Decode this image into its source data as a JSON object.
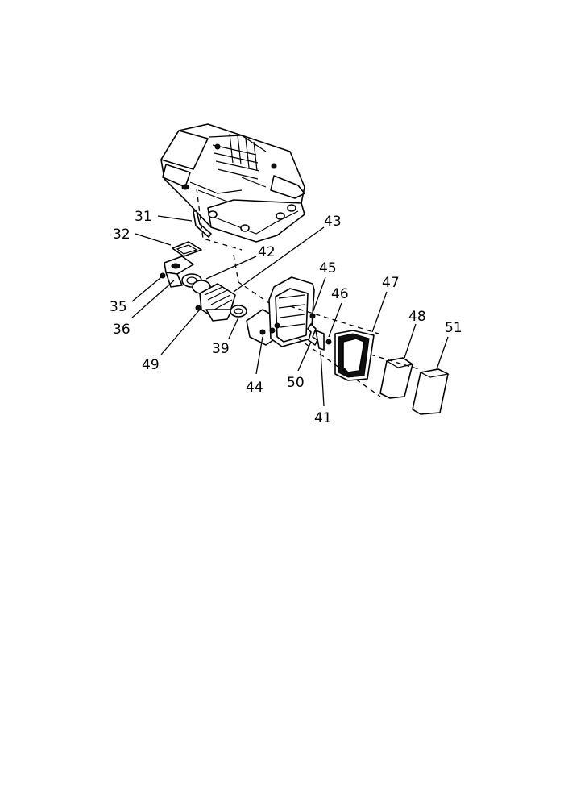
{
  "callouts": [
    {
      "id": "31",
      "text": "31"
    },
    {
      "id": "32",
      "text": "32"
    },
    {
      "id": "35",
      "text": "35"
    },
    {
      "id": "36",
      "text": "36"
    },
    {
      "id": "49",
      "text": "49"
    },
    {
      "id": "42",
      "text": "42"
    },
    {
      "id": "43",
      "text": "43"
    },
    {
      "id": "39",
      "text": "39"
    },
    {
      "id": "44",
      "text": "44"
    },
    {
      "id": "45",
      "text": "45"
    },
    {
      "id": "46",
      "text": "46"
    },
    {
      "id": "47",
      "text": "47"
    },
    {
      "id": "48",
      "text": "48"
    },
    {
      "id": "50",
      "text": "50"
    },
    {
      "id": "41",
      "text": "41"
    },
    {
      "id": "51",
      "text": "51"
    }
  ]
}
